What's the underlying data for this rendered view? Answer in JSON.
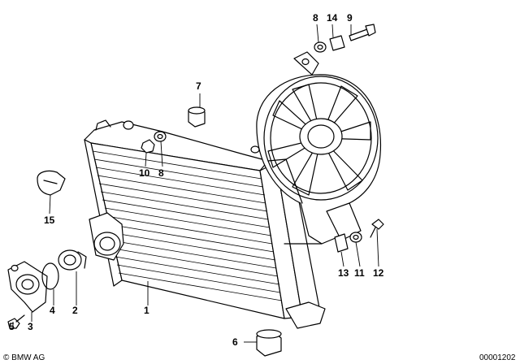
{
  "callouts": [
    {
      "id": "c1",
      "text": "1"
    },
    {
      "id": "c2",
      "text": "2"
    },
    {
      "id": "c3",
      "text": "3"
    },
    {
      "id": "c4",
      "text": "4"
    },
    {
      "id": "c5",
      "text": "5"
    },
    {
      "id": "c6",
      "text": "6"
    },
    {
      "id": "c7",
      "text": "7"
    },
    {
      "id": "c8a",
      "text": "8"
    },
    {
      "id": "c8b",
      "text": "8"
    },
    {
      "id": "c9",
      "text": "9"
    },
    {
      "id": "c10",
      "text": "10"
    },
    {
      "id": "c11",
      "text": "11"
    },
    {
      "id": "c12",
      "text": "12"
    },
    {
      "id": "c13",
      "text": "13"
    },
    {
      "id": "c14",
      "text": "14"
    },
    {
      "id": "c15",
      "text": "15"
    }
  ],
  "footer": {
    "copyright": "© BMW AG",
    "diagram_number": "00001202"
  }
}
